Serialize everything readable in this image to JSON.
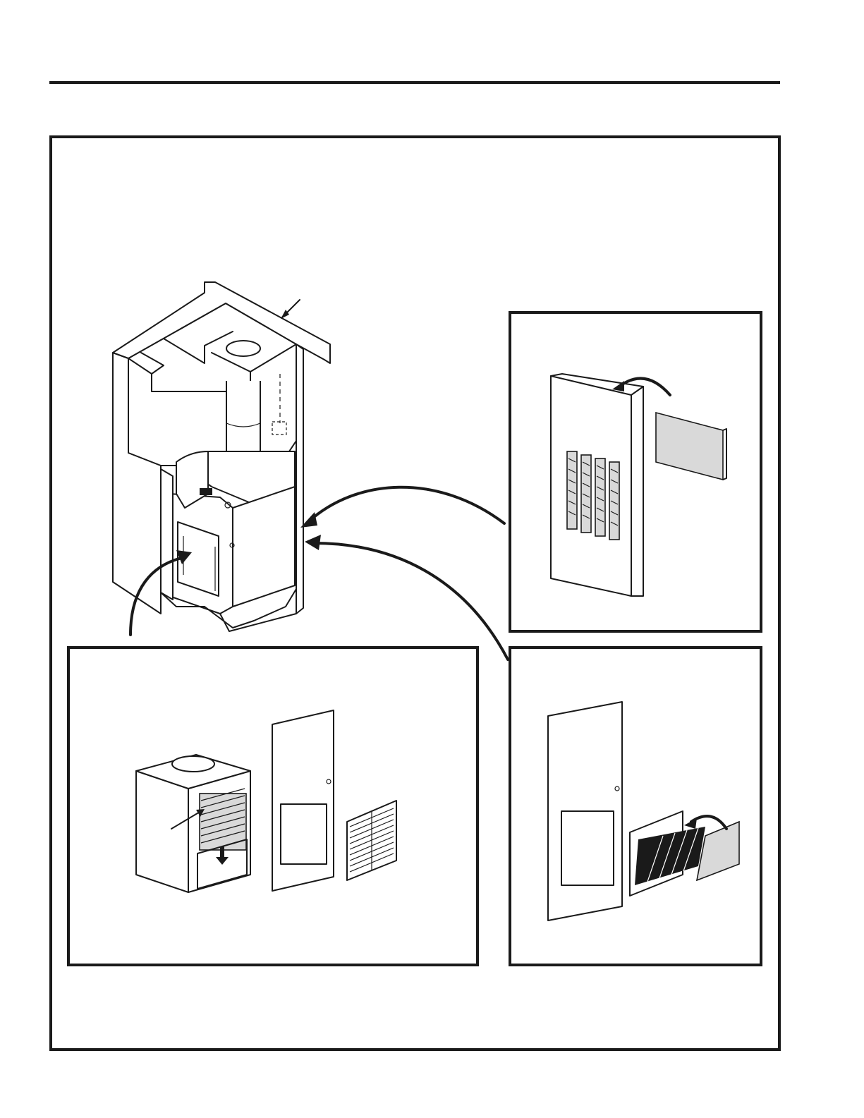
{
  "figure": {
    "components": {
      "main_unit": "furnace-in-closet",
      "inset_a": "door-with-louvers-and-filter",
      "inset_b": "furnace-filter-rack-door-grille",
      "inset_c": "door-grille-filter-frame"
    },
    "colors": {
      "line": "#1a1a1a",
      "fill": "#ffffff",
      "shade": "#d9d9d9"
    }
  }
}
